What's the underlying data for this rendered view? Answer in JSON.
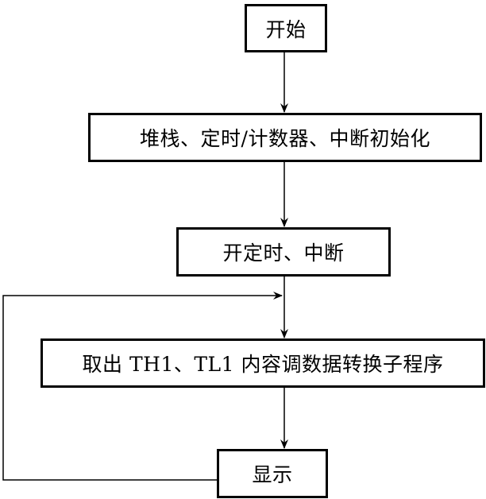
{
  "flowchart": {
    "nodes": [
      {
        "id": "start",
        "label": "开始"
      },
      {
        "id": "init",
        "label": "堆栈、定时/计数器、中断初始化"
      },
      {
        "id": "enable",
        "label": "开定时、中断"
      },
      {
        "id": "process",
        "label": "取出 TH1、TL1 内容调数据转换子程序"
      },
      {
        "id": "display",
        "label": "显示"
      }
    ],
    "edges": [
      {
        "from": "start",
        "to": "init"
      },
      {
        "from": "init",
        "to": "enable"
      },
      {
        "from": "enable",
        "to": "process"
      },
      {
        "from": "process",
        "to": "display"
      },
      {
        "from": "display",
        "to": "process",
        "type": "loop-back"
      }
    ]
  }
}
